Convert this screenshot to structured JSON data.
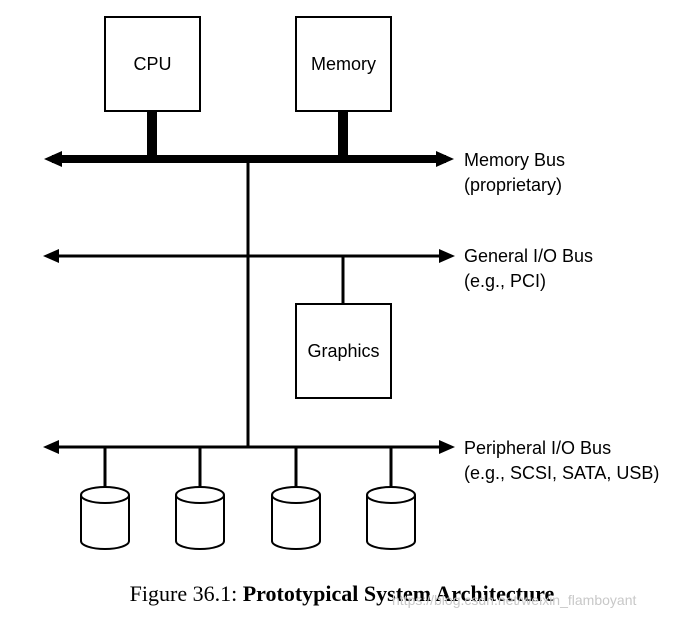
{
  "colors": {
    "line": "#000000",
    "background": "#ffffff",
    "watermark": "#c8c8c8"
  },
  "boxes": {
    "cpu": "CPU",
    "memory": "Memory",
    "graphics": "Graphics"
  },
  "buses": {
    "memory_bus": {
      "name": "Memory Bus",
      "note": "(proprietary)"
    },
    "general_bus": {
      "name": "General I/O Bus",
      "note": "(e.g., PCI)"
    },
    "peripheral_bus": {
      "name": "Peripheral I/O Bus",
      "note": "(e.g., SCSI, SATA, USB)"
    }
  },
  "disks": {
    "count": 4,
    "icon": "disk-cylinder-icon"
  },
  "caption": {
    "prefix": "Figure 36.1: ",
    "title": "Prototypical System Architecture"
  },
  "watermark": "https://blog.csdn.net/weixin_flamboyant"
}
